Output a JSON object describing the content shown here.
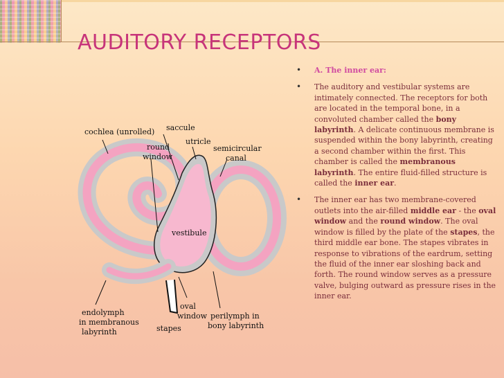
{
  "title": "AUDITORY RECEPTORS",
  "bullets": {
    "b1": "A. The inner ear:",
    "b2": [
      "The auditory and vestibular systems are intimately connected. The receptors for both are located in the temporal bone, in a convoluted chamber called the ",
      "bony labyrinth",
      ". A delicate continuous membrane is suspended within the bony labyrinth, creating a second chamber within the first. This chamber is called the ",
      "membranous labyrinth",
      ". The entire fluid-filled structure is called the ",
      "inner ear",
      "."
    ],
    "b3": [
      "The inner ear has two membrane-covered outlets into the air-filled ",
      "middle ear",
      " - the ",
      "oval window",
      " and the ",
      "round window",
      ". The oval window is filled by the plate of the ",
      "stapes",
      ", the third middle ear bone. The stapes vibrates in response to vibrations of the eardrum, setting the fluid of the inner ear sloshing back and forth. The round window serves as a pressure valve, bulging outward as pressure rises in the inner ear."
    ]
  },
  "diagram_labels": {
    "cochlea": "cochlea (unrolled)",
    "saccule": "saccule",
    "utricle": "utricle",
    "round_window_1": "round",
    "round_window_2": "window",
    "semicircular_1": "semicircular",
    "semicircular_2": "canal",
    "vestibule": "vestibule",
    "endolymph_1": "endolymph",
    "endolymph_2": "in membranous",
    "endolymph_3": "labyrinth",
    "oval_1": "oval",
    "oval_2": "window",
    "stapes": "stapes",
    "perilymph_1": "perilymph in",
    "perilymph_2": "bony labyrinth"
  },
  "colors": {
    "title": "#c7347a",
    "membranous": "#f4a3c1",
    "bony": "#c9c9c9",
    "text": "#7a2d3b"
  }
}
